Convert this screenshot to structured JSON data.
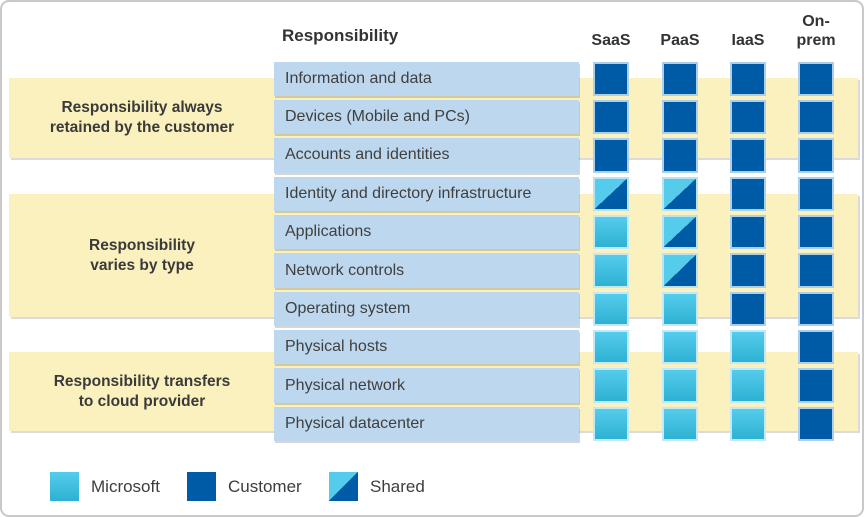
{
  "header": {
    "responsibility_label": "Responsibility",
    "columns": [
      {
        "label": "SaaS"
      },
      {
        "label": "PaaS"
      },
      {
        "label": "IaaS"
      },
      {
        "label": "On-prem"
      }
    ]
  },
  "groups": [
    {
      "lines": [
        "Responsibility always",
        "retained by the customer"
      ]
    },
    {
      "lines": [
        "Responsibility",
        "varies by type"
      ]
    },
    {
      "lines": [
        "Responsibility transfers",
        "to cloud provider"
      ]
    }
  ],
  "rows": [
    {
      "label": "Information and data",
      "cells": [
        "customer",
        "customer",
        "customer",
        "customer"
      ]
    },
    {
      "label": "Devices (Mobile and PCs)",
      "cells": [
        "customer",
        "customer",
        "customer",
        "customer"
      ]
    },
    {
      "label": "Accounts and identities",
      "cells": [
        "customer",
        "customer",
        "customer",
        "customer"
      ]
    },
    {
      "label": "Identity and directory infrastructure",
      "cells": [
        "shared",
        "shared",
        "customer",
        "customer"
      ]
    },
    {
      "label": "Applications",
      "cells": [
        "microsoft",
        "shared",
        "customer",
        "customer"
      ]
    },
    {
      "label": "Network controls",
      "cells": [
        "microsoft",
        "shared",
        "customer",
        "customer"
      ]
    },
    {
      "label": "Operating system",
      "cells": [
        "microsoft",
        "microsoft",
        "customer",
        "customer"
      ]
    },
    {
      "label": "Physical hosts",
      "cells": [
        "microsoft",
        "microsoft",
        "microsoft",
        "customer"
      ]
    },
    {
      "label": "Physical network",
      "cells": [
        "microsoft",
        "microsoft",
        "microsoft",
        "customer"
      ]
    },
    {
      "label": "Physical datacenter",
      "cells": [
        "microsoft",
        "microsoft",
        "microsoft",
        "customer"
      ]
    }
  ],
  "legend": [
    {
      "label": "Microsoft",
      "type": "microsoft"
    },
    {
      "label": "Customer",
      "type": "customer"
    },
    {
      "label": "Shared",
      "type": "shared"
    }
  ],
  "colors": {
    "customer_dark_blue": "#005BA6",
    "microsoft_light_blue_top": "#55CCEB",
    "microsoft_light_blue_bottom": "#2EB1D3",
    "row_bar_blue": "#BDD7EE",
    "group_band_yellow": "#FAF1BE"
  }
}
